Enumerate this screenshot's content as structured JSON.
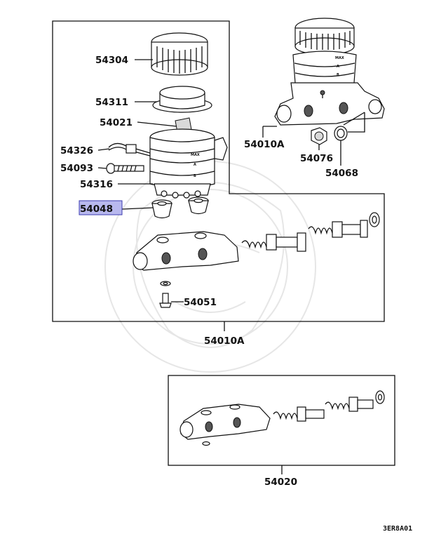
{
  "labels": {
    "l54304": "54304",
    "l54311": "54311",
    "l54021": "54021",
    "l54326": "54326",
    "l54093": "54093",
    "l54316": "54316",
    "l54048": "54048",
    "l54051": "54051",
    "l54010A_main": "54010A",
    "l54010A_top": "54010A",
    "l54076": "54076",
    "l54068": "54068",
    "l54020": "54020"
  },
  "reservoir_marks": {
    "max": "MAX",
    "a": "A",
    "b": "B"
  },
  "reference_code": "3ER8A01",
  "highlight": {
    "label_key": "l54048",
    "fill": "#b8b8ee",
    "border": "#3b3bb0"
  }
}
